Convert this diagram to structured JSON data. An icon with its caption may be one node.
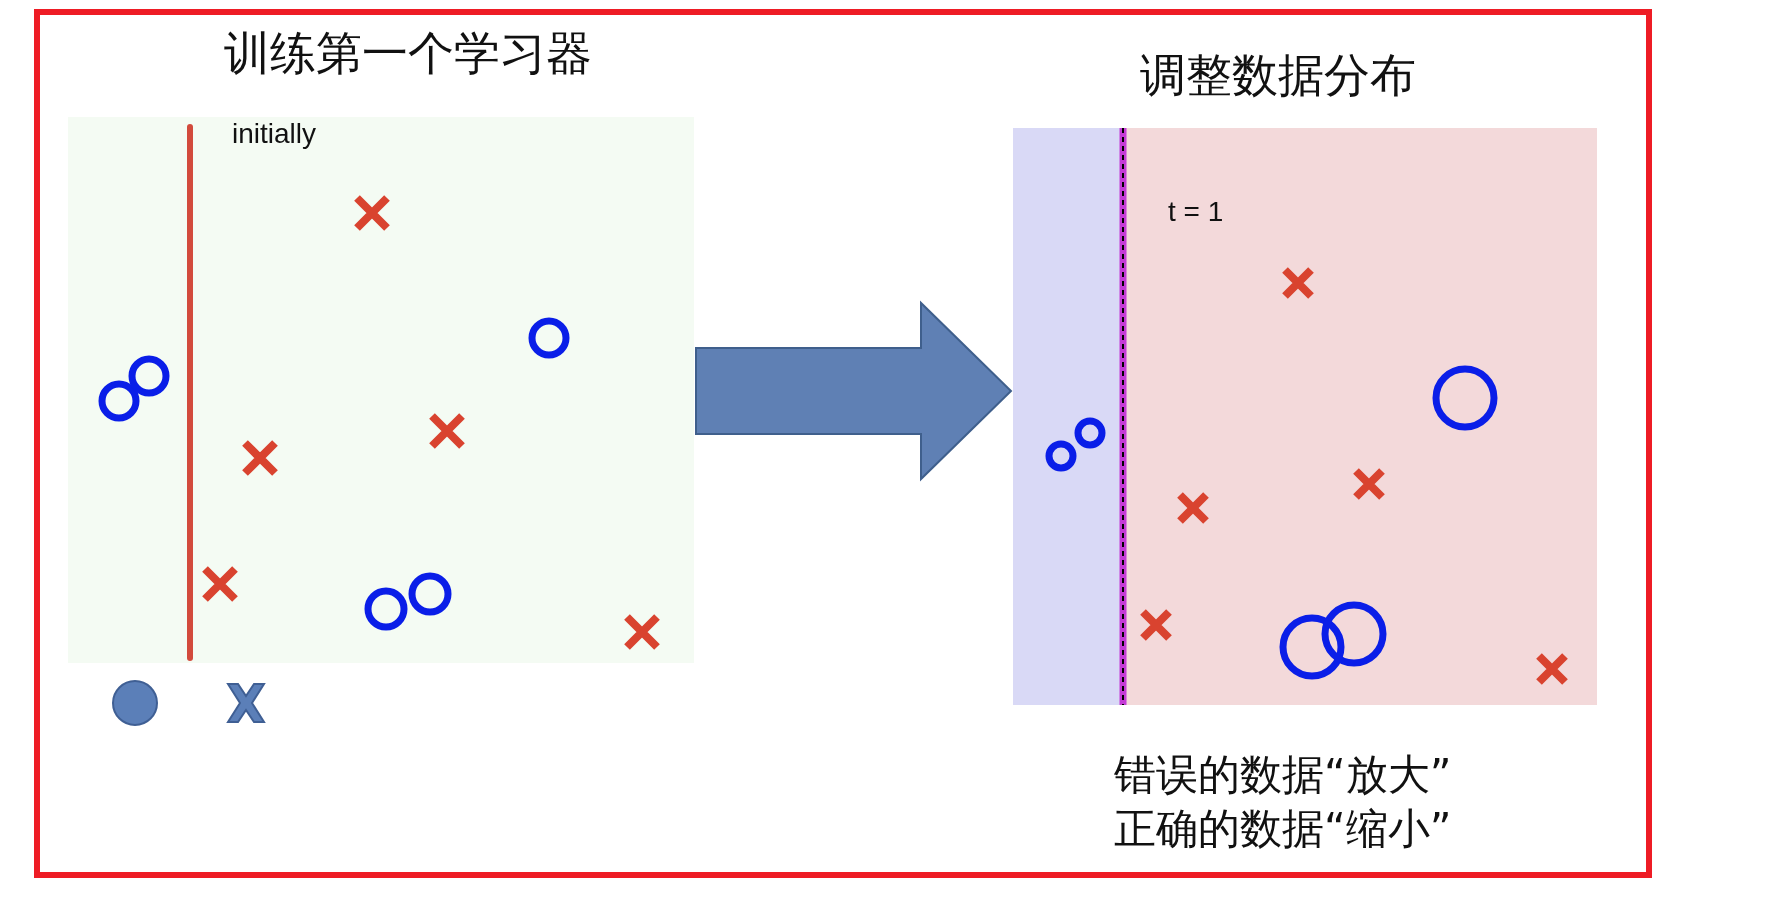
{
  "diagram": {
    "nodes": [
      {
        "text": [
          "训练第一个学习器",
          "initially"
        ]
      },
      {
        "text": [
          "调整数据分布",
          "t = 1"
        ],
        "beside": [
          "错误的数据“放大”正确的数据“缩小”"
        ]
      }
    ],
    "edges": [
      {
        "from": 0,
        "to": 1,
        "arrow": "to",
        "style": "thick"
      }
    ]
  }
}
